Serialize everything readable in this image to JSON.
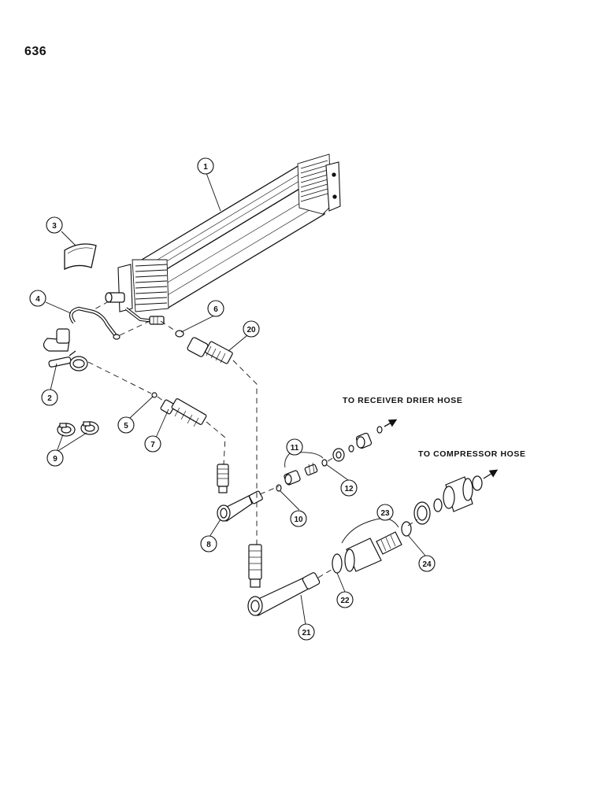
{
  "page": {
    "number": "636"
  },
  "destinations": {
    "receiver_drier": "TO RECEIVER DRIER HOSE",
    "compressor": "TO COMPRESSOR HOSE"
  },
  "callouts": {
    "c1": "1",
    "c2": "2",
    "c3": "3",
    "c4": "4",
    "c5": "5",
    "c6": "6",
    "c7": "7",
    "c8": "8",
    "c9": "9",
    "c10": "10",
    "c11": "11",
    "c12": "12",
    "c20": "20",
    "c21": "21",
    "c22": "22",
    "c23": "23",
    "c24": "24"
  },
  "colors": {
    "ink": "#111111",
    "paper": "#ffffff"
  }
}
